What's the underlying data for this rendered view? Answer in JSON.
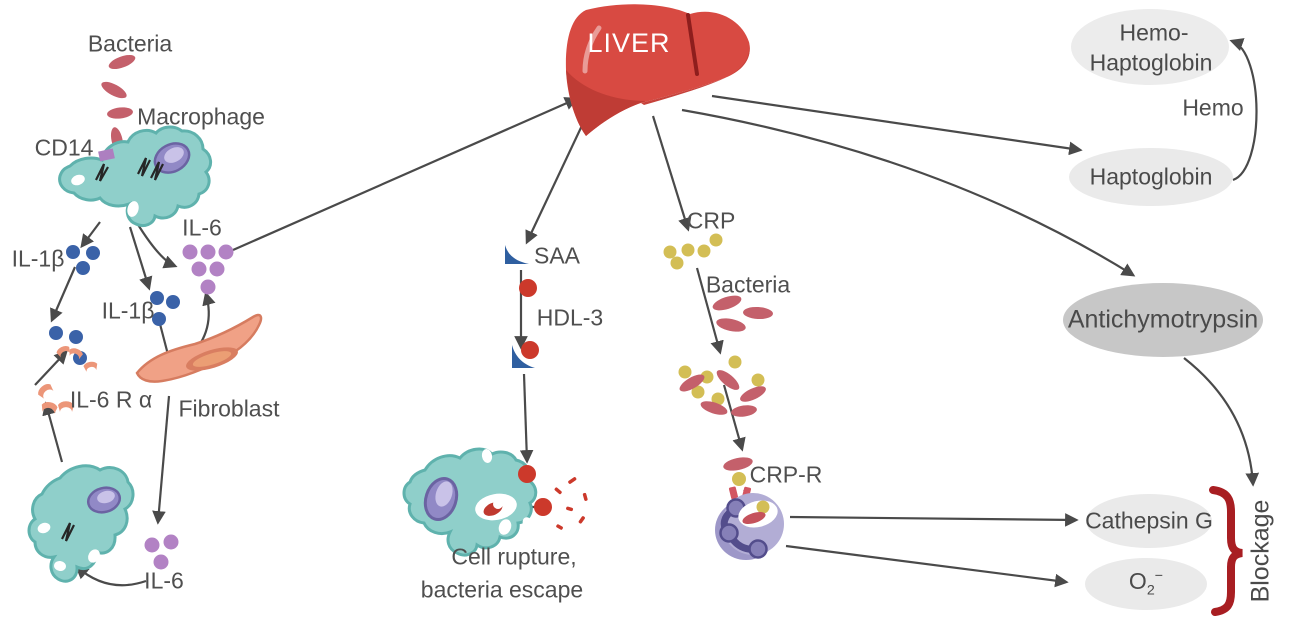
{
  "diagram": {
    "left_pathway": {
      "bacteria": "Bacteria",
      "macrophage": "Macrophage",
      "cd14": "CD14",
      "il1b_a": "IL-1β",
      "il1b_b": "IL-1β",
      "il6_top": "IL-6",
      "il6_r_alpha": "IL-6 R α",
      "fibroblast": "Fibroblast",
      "il6_bottom": "IL-6"
    },
    "liver": {
      "name": "LIVER"
    },
    "middle_pathway": {
      "saa": "SAA",
      "hdl3": "HDL-3",
      "cell_rupture_line1": "Cell rupture,",
      "cell_rupture_line2": "bacteria escape"
    },
    "crp_pathway": {
      "crp": "CRP",
      "bacteria": "Bacteria",
      "crp_r": "CRP-R"
    },
    "right_pathway": {
      "hemo_haptoglobin_line1": "Hemo-",
      "hemo_haptoglobin_line2": "Haptoglobin",
      "hemo": "Hemo",
      "haptoglobin": "Haptoglobin",
      "antichymotrypsin": "Antichymotrypsin",
      "cathepsin_g": "Cathepsin G",
      "o2_base": "O",
      "o2_sub": "2",
      "o2_sup": "−",
      "blockage": "Blockage"
    },
    "colors": {
      "liver_red": "#d84a42",
      "liver_dark": "#bf3c35",
      "macrophage_teal": "#8fcfca",
      "macrophage_outline": "#5fb2ad",
      "nucleus_purple": "#9189c6",
      "bacteria_rose": "#c4606b",
      "il1b_blue": "#3a62a8",
      "il6_purple": "#b282c4",
      "crp_yellow": "#d3be55",
      "receptor_salmon": "#ec9679",
      "fibroblast_salmon": "#f0a186",
      "neutrophil_lilac": "#b2add5",
      "neutrophil_nucleus": "#534d8c",
      "saa_blue": "#2f5fa0",
      "hdl_red": "#cc392b",
      "ellipse_gray_light": "#eaeaea",
      "ellipse_gray_dark": "#c7c7c7",
      "brace_red": "#a81e22",
      "arrow_gray": "#4a4a4a"
    }
  }
}
